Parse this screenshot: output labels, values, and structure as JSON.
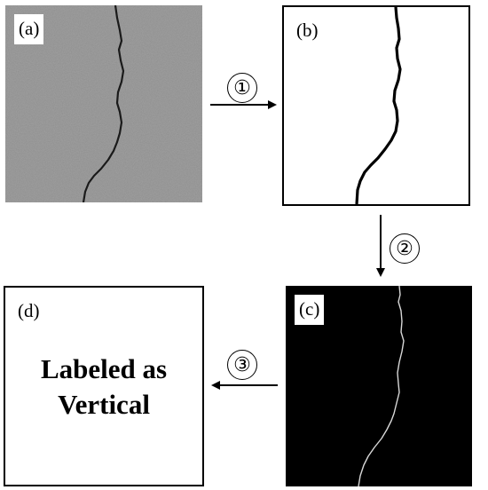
{
  "panels": {
    "a": {
      "label": "(a)"
    },
    "b": {
      "label": "(b)"
    },
    "c": {
      "label": "(c)"
    },
    "d": {
      "label": "(d)",
      "text_line1": "Labeled as",
      "text_line2": "Vertical"
    }
  },
  "steps": {
    "step1": "①",
    "step2": "②",
    "step3": "③"
  },
  "colors": {
    "raw_background": "#8e8e8e",
    "crack_dark": "#1a1a1a",
    "crack_light": "#d8d8d8"
  }
}
